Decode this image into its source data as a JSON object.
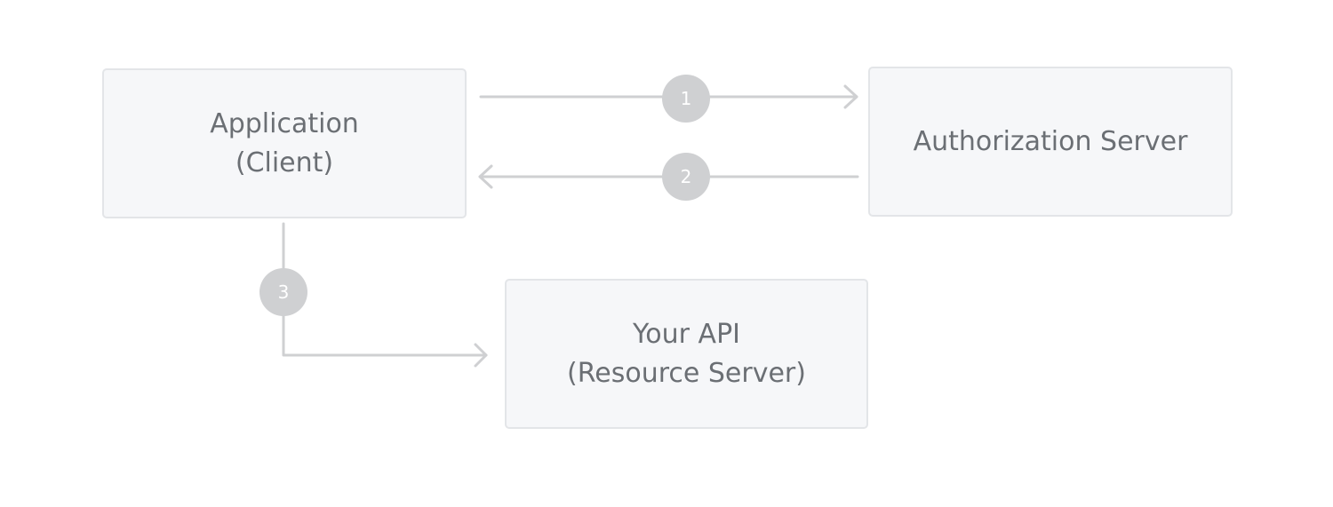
{
  "nodes": {
    "client": {
      "line1": "Application",
      "line2": "(Client)"
    },
    "auth_server": {
      "line1": "Authorization Server"
    },
    "api": {
      "line1": "Your API",
      "line2": "(Resource Server)"
    }
  },
  "steps": [
    {
      "label": "1",
      "from": "client",
      "to": "auth_server"
    },
    {
      "label": "2",
      "from": "auth_server",
      "to": "client"
    },
    {
      "label": "3",
      "from": "client",
      "to": "api"
    }
  ],
  "colors": {
    "box_fill": "#f6f7f9",
    "box_border": "#e3e5e8",
    "connector": "#cfd0d2",
    "badge": "#cfd0d2",
    "text": "#6b6f74"
  }
}
